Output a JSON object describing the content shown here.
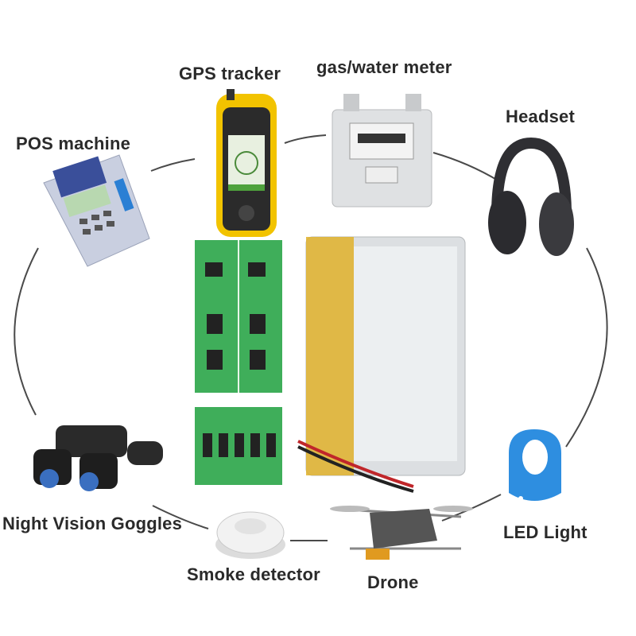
{
  "labels": {
    "gps": "GPS tracker",
    "meter": "gas/water meter",
    "headset": "Headset",
    "pos": "POS machine",
    "goggles": "Night Vision Goggles",
    "smoke": "Smoke detector",
    "drone": "Drone",
    "led": "LED Light"
  },
  "colors": {
    "connector": "#4a4a4a",
    "pcb": "#3fae5a",
    "battery": "#d9dcdf",
    "tape": "#e0b12a",
    "gps": "#f2c300"
  }
}
